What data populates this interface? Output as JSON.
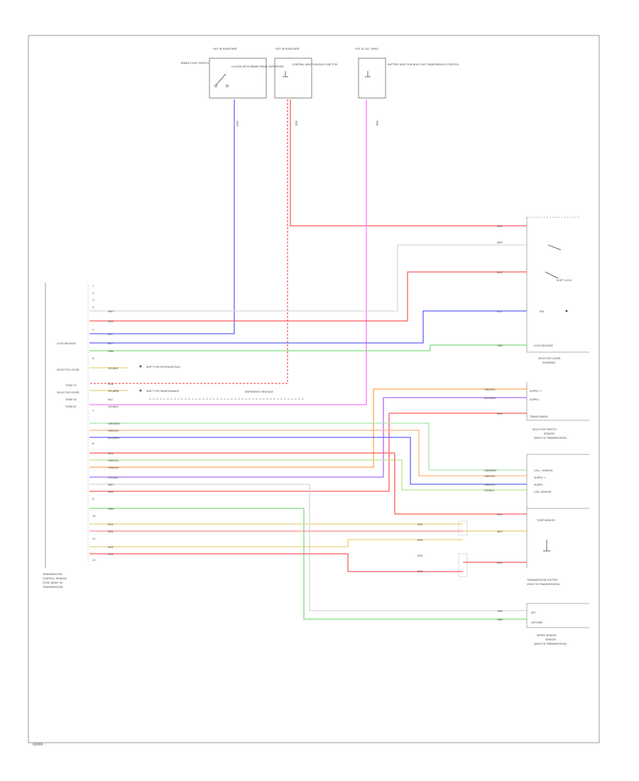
{
  "diagram": {
    "footer_code": "00000",
    "colors": {
      "red": "#ff5a5a",
      "blue": "#6060ff",
      "violet": "#a86bff",
      "green": "#7ddc7d",
      "orange": "#ffa64d",
      "yellow": "#e6d27a",
      "pink": "#ff7aff",
      "grey": "#cfcfcf",
      "frame": "#888888"
    },
    "switches": [
      {
        "hdr": "HOT IN RUN/START",
        "name": "BRAKE LIGHT SWITCH",
        "desc": "CLOSED WITH BRAKE PEDAL DEPRESSED",
        "wire": "WHT"
      },
      {
        "hdr": "HOT IN RUN/START",
        "name": "",
        "desc": "CENTRAL JUNCTION BOX FUSE TCM",
        "wire": "RED"
      },
      {
        "hdr": "HOT AT ALL TIMES",
        "name": "",
        "desc": "BATTERY JUNCTION BOX FUSE TRANSMISSION CONTROL",
        "wire": "PNK"
      }
    ],
    "tcm": {
      "label_lines": [
        "TRANSMISSION",
        "CONTROL MODULE",
        "(TCM) (BUILT IN",
        "TRANSMISSION)"
      ],
      "left_labels": [
        "LOCK RELEASE",
        "SELECTOR LEVER",
        "TERM 15",
        "SELECTOR LEVER",
        "TERM 30",
        "TERM 87"
      ],
      "pin_labels": [
        "1",
        "2",
        "3",
        "4",
        "5",
        "6",
        "7",
        "8",
        "9",
        "10",
        "11",
        "12"
      ],
      "wire_codes": [
        "WHT",
        "RED",
        "BLU",
        "BLU",
        "GRN",
        "YEL/BLK",
        "RED",
        "YEL/BRN",
        "BLU",
        "VIO/BLK",
        "GRN/BRN",
        "GRN/YEL",
        "BLU/BRN",
        "RED",
        "GRN/YEL",
        "ORN/YEL",
        "VIO/BLU",
        "WHT",
        "RED",
        "GRN",
        "RED",
        "RED",
        "RED",
        "RED"
      ],
      "notes": [
        "SHIFT FOR NOTES/DETAILS",
        "SHIFT FOR MAINTENANCE",
        "EMERGENCY RELEASE"
      ]
    },
    "components": [
      {
        "lines": [
          "SELECTOR LEVER",
          "ASSEMBLY"
        ],
        "pins": [
          "SHIFT LOCK",
          "P/N",
          "LOCK RELEASE"
        ],
        "wires": [
          "RED",
          "WHT",
          "RED",
          "BLU",
          "GRN"
        ]
      },
      {
        "lines": [
          "SELECTOR SWITCH",
          "SENSOR",
          "(BUILT IN TRANSMISSION)"
        ],
        "pins": [
          "SUPPLY +",
          "SUPPLY -",
          "TRANS RANGE"
        ],
        "wires": [
          "ORN/YEL",
          "BLU/BRN",
          "RED"
        ]
      },
      {
        "lines": [
          "TRANSMISSION SYSTEM",
          "(BUILT IN TRANSMISSION)"
        ],
        "pins": [
          "COIL / SENSOR",
          "SUPPLY +",
          "SUPPLY -",
          "COIL SENSOR",
          "TEMP SENSOR"
        ],
        "wires": [
          "GRN/BRN",
          "GRN/YEL",
          "ORN/YEL",
          "VIO/BLU",
          "RED",
          "WHT",
          "RED"
        ]
      },
      {
        "lines": [
          "SPEED SENSOR",
          "SENSOR",
          "(BUILT IN TRANSMISSION)"
        ],
        "pins": [
          "SIG",
          "GROUND"
        ],
        "wires": [
          "GRN",
          "GRN"
        ]
      }
    ]
  }
}
